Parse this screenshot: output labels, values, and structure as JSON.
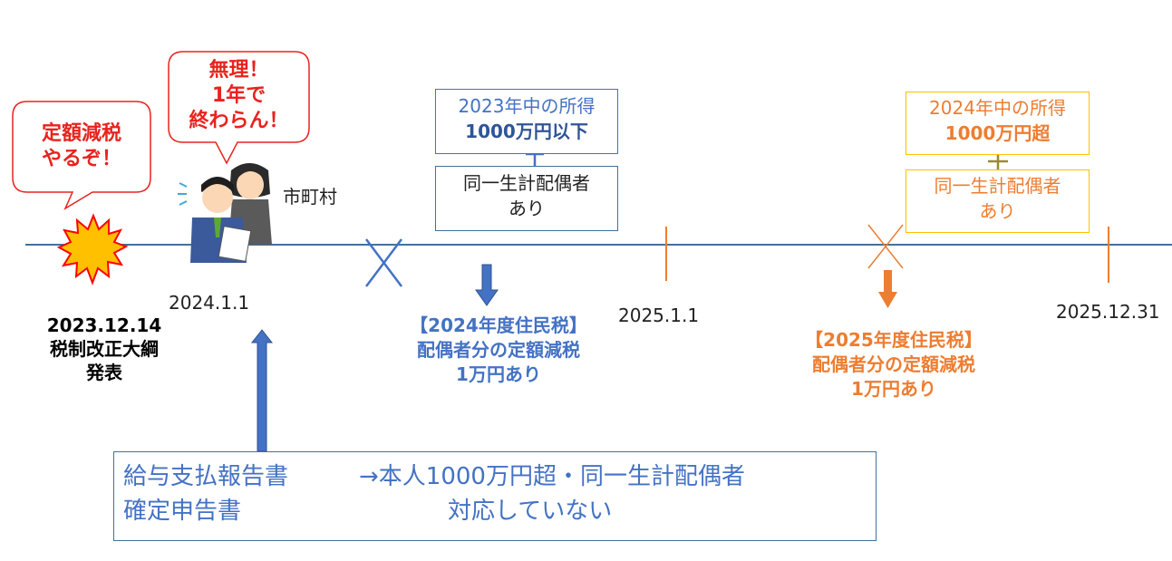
{
  "bubbles": {
    "left": [
      "定額減税",
      "やるぞ！"
    ],
    "middle": [
      "無理！",
      "1年で",
      "終わらん！"
    ]
  },
  "labels": {
    "municipality": "市町村",
    "date_2024_1_1": "2024.1.1",
    "date_2025_1_1": "2025.1.1",
    "date_2025_12_31": "2025.12.31",
    "announce_date": "2023.12.14",
    "announce_title": "税制改正大綱",
    "announce_action": "発表"
  },
  "box_2024": {
    "income_title": "2023年中の所得",
    "income_value": "1000万円以下",
    "spouse_line1": "同一生計配偶者",
    "spouse_line2": "あり"
  },
  "box_2025": {
    "income_title": "2024年中の所得",
    "income_value": "1000万円超",
    "spouse_line1": "同一生計配偶者",
    "spouse_line2": "あり"
  },
  "tax_2024": {
    "title": "【2024年度住民税】",
    "line2": "配偶者分の定額減税",
    "line3": "1万円あり"
  },
  "tax_2025": {
    "title": "【2025年度住民税】",
    "line2": "配偶者分の定額減税",
    "line3": "1万円あり"
  },
  "bottom_box": {
    "line1_left": "給与支払報告書",
    "line1_right": "→本人1000万円超・同一生計配偶者",
    "line2_left": "確定申告書",
    "line2_right": "対応していない"
  },
  "colors": {
    "timeline": "#41719c",
    "blue": "#4472c4",
    "orange": "#ed7d31",
    "gold": "#ffc000",
    "red": "#e8231e"
  }
}
